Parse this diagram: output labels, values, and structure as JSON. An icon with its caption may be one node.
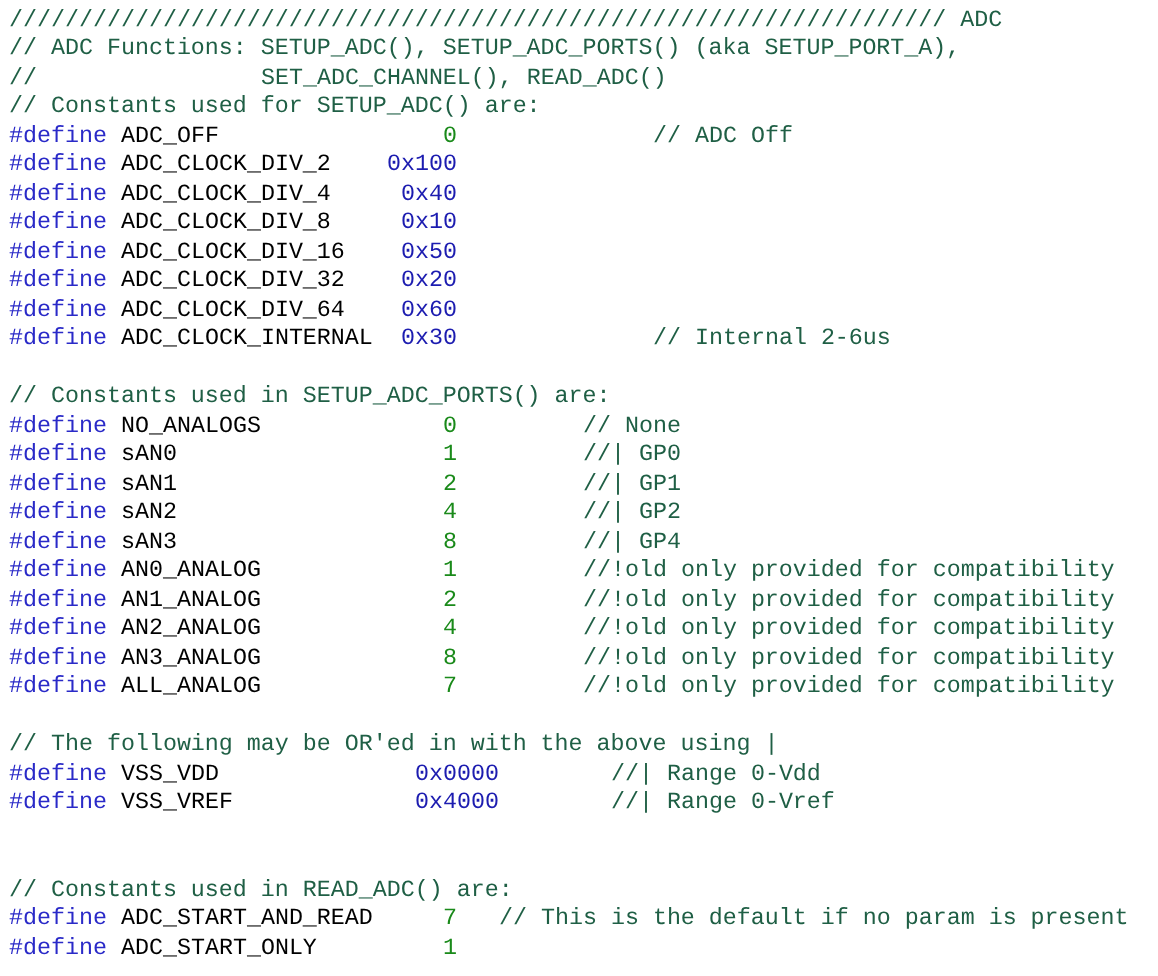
{
  "diagram": {
    "labels": [
      "/////////////////////////////////////////////////////////////////// ADC",
      "// ADC Functions: SETUP_ADC(), SETUP_ADC_PORTS() (aka SETUP_PORT_A),",
      "//",
      "SET_ADC_CHANNEL(), READ_ADC()",
      "// Constants used for SETUP_ADC() are:",
      "#define",
      "ADC_OFF",
      "0",
      "// ADC Off",
      "#define",
      "ADC_CLOCK_DIV_2",
      "0x100",
      "#define",
      "ADC_CLOCK_DIV_4",
      "0x40",
      "#define",
      "ADC_CLOCK_DIV_8",
      "0x10",
      "#define",
      "ADC_CLOCK_DIV_16",
      "0x50",
      "#define",
      "ADC_CLOCK_DIV_32",
      "0x20",
      "#define",
      "ADC_CLOCK_DIV_64",
      "0x60",
      "#define",
      "ADC_CLOCK_INTERNAL",
      "0x30",
      "// Internal 2-6us",
      "// Constants used in SETUP_ADC_PORTS() are:",
      "#define",
      "NO_ANALOGS",
      "0",
      "// None",
      "#define",
      "sAN0",
      "1",
      "//| GP0",
      "#define",
      "sAN1",
      "2",
      "//| GP1",
      "#define",
      "sAN2",
      "4",
      "//| GP2",
      "#define",
      "sAN3",
      "8",
      "//| GP4",
      "#define",
      "AN0_ANALOG",
      "1",
      "//!old only provided for compatibility",
      "#define",
      "AN1_ANALOG",
      "2",
      "//!old only provided for compatibility",
      "#define",
      "AN2_ANALOG",
      "4",
      "//!old only provided for compatibility",
      "#define",
      "AN3_ANALOG",
      "8",
      "//!old only provided for compatibility",
      "#define",
      "ALL_ANALOG",
      "7",
      "//!old only provided for compatibility",
      "// The following may be OR'ed in with the above using |",
      "#define",
      "VSS_VDD",
      "0x0000",
      "//| Range 0-Vdd",
      "#define",
      "VSS_VREF",
      "0x4000",
      "//| Range 0-Vref",
      "// Constants used in READ_ADC() are:",
      "#define",
      "ADC_START_AND_READ",
      "7",
      "// This is the default if no param is present",
      "#define",
      "ADC_START_ONLY",
      "1"
    ]
  }
}
